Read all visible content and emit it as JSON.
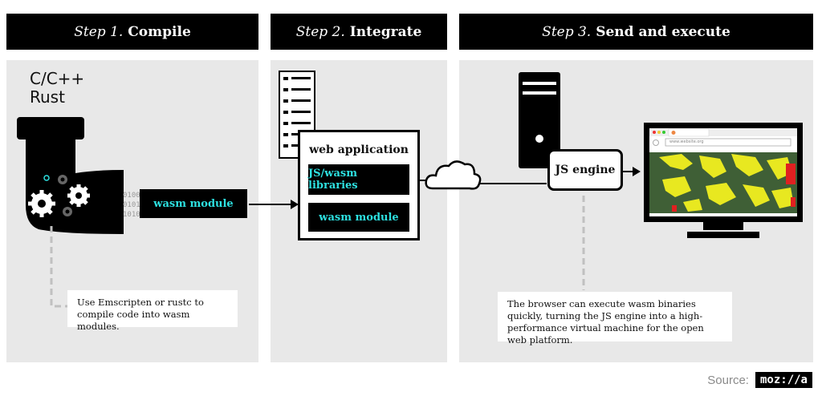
{
  "steps": [
    {
      "label": "Step 1.",
      "name": "Compile"
    },
    {
      "label": "Step 2.",
      "name": "Integrate"
    },
    {
      "label": "Step 3.",
      "name": "Send and execute"
    }
  ],
  "compile": {
    "languages": [
      "C/C++",
      "Rust"
    ],
    "binary_text": [
      "0100",
      "0101",
      "1010"
    ],
    "output_label": "wasm module",
    "note": "Use Emscripten or rustc to compile code into wasm modules."
  },
  "integrate": {
    "app_title": "web application",
    "libraries_label": "JS/wasm libraries",
    "module_label": "wasm module"
  },
  "execute": {
    "engine_label": "JS engine",
    "browser_url": "www.website.org",
    "note": "The browser can execute wasm binaries quickly, turning the JS engine into a high-performance virtual machine for the open web platform."
  },
  "footer": {
    "source_label": "Source:",
    "logo_text": "moz://a"
  },
  "colors": {
    "accent": "#2de0e0",
    "panel": "#e8e8e8",
    "header": "#000000"
  }
}
